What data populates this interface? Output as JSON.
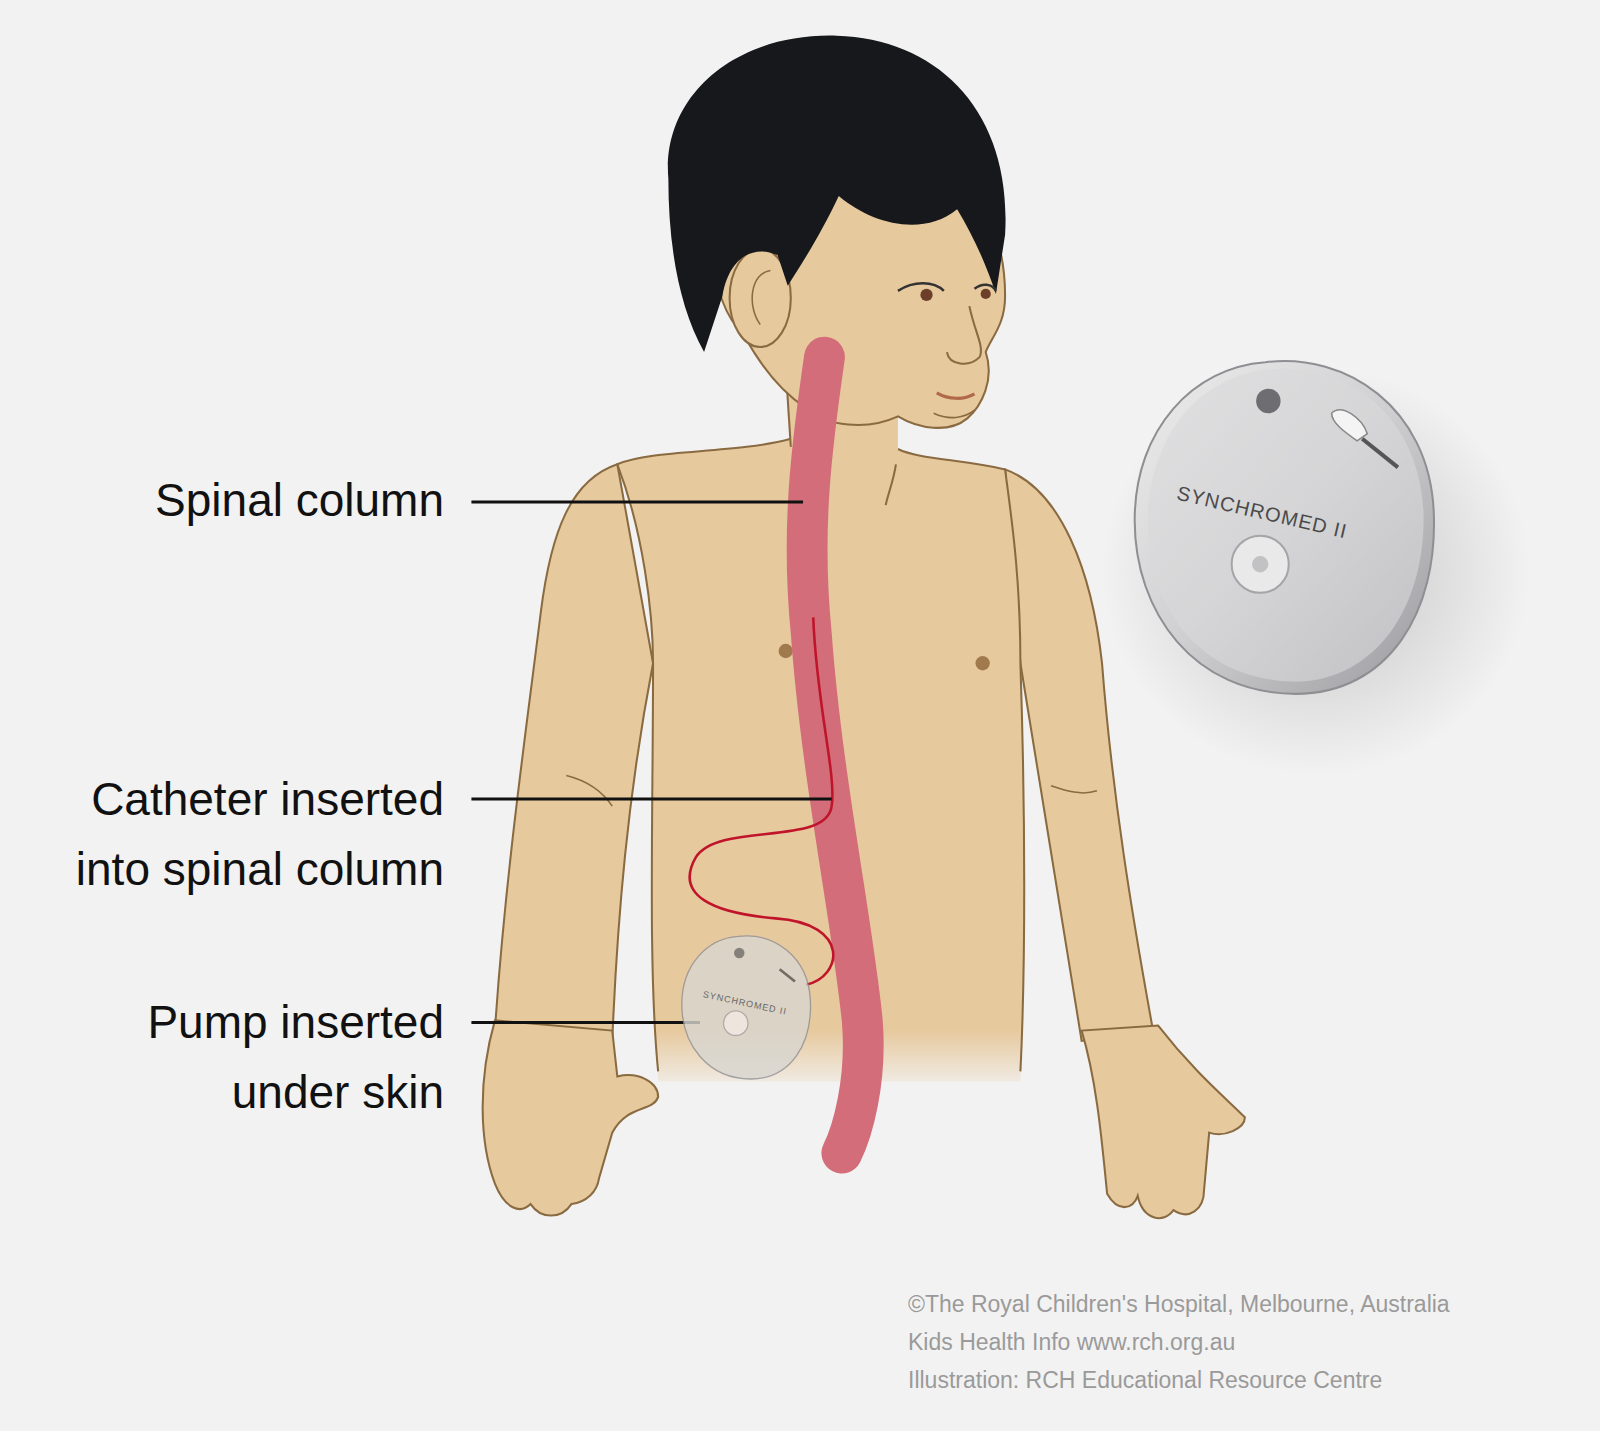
{
  "diagram": {
    "labels": [
      "Spinal column",
      "Catheter inserted into spinal column",
      "Pump inserted under skin",
      "SYNCHROMED II",
      "SYNCHROMED II",
      "©The Royal Children's Hospital, Melbourne, Australia",
      "Kids Health Info www.rch.org.au",
      "Illustration: RCH Educational Resource Centre"
    ]
  }
}
